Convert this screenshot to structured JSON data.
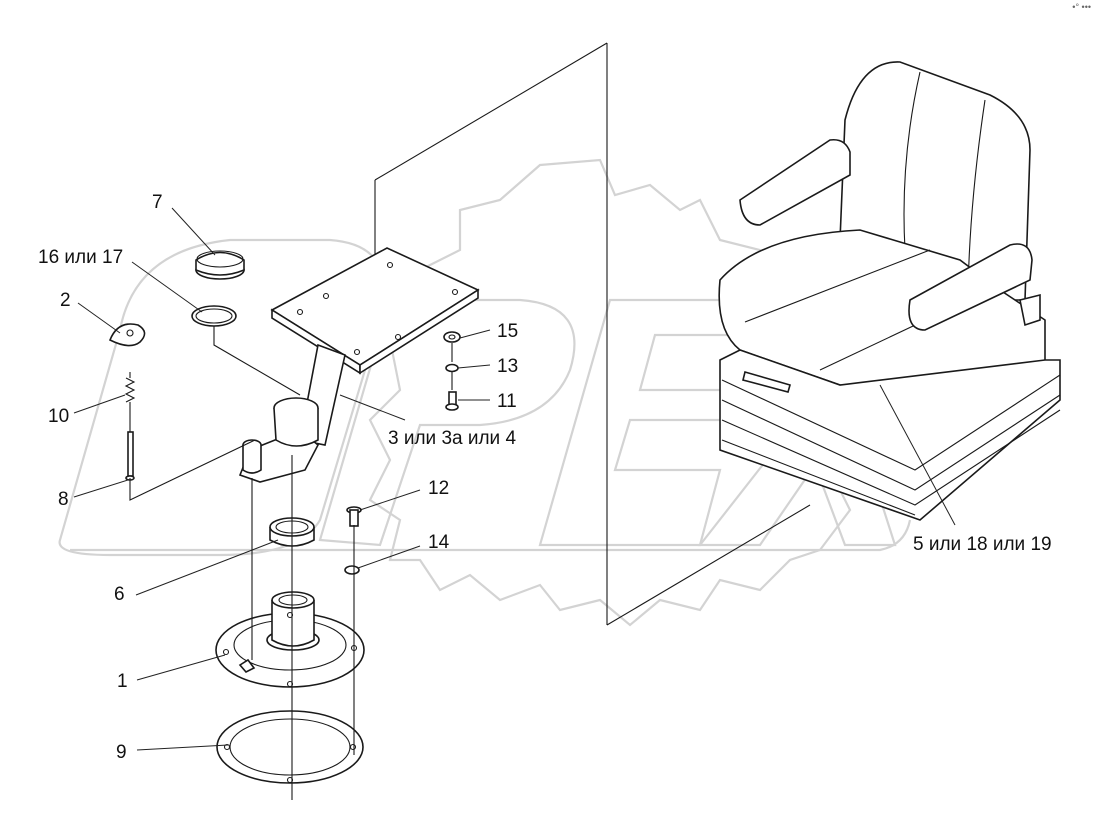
{
  "watermark": {
    "text": "OPEX"
  },
  "corner_mark": "•° •••",
  "callouts": {
    "c1": "1",
    "c2": "2",
    "c3": "3 или 3а или 4",
    "c5": "5 или 18 или 19",
    "c6": "6",
    "c7": "7",
    "c8": "8",
    "c9": "9",
    "c10": "10",
    "c11": "11",
    "c12": "12",
    "c13": "13",
    "c14": "14",
    "c15": "15",
    "c16": "16 или 17"
  }
}
